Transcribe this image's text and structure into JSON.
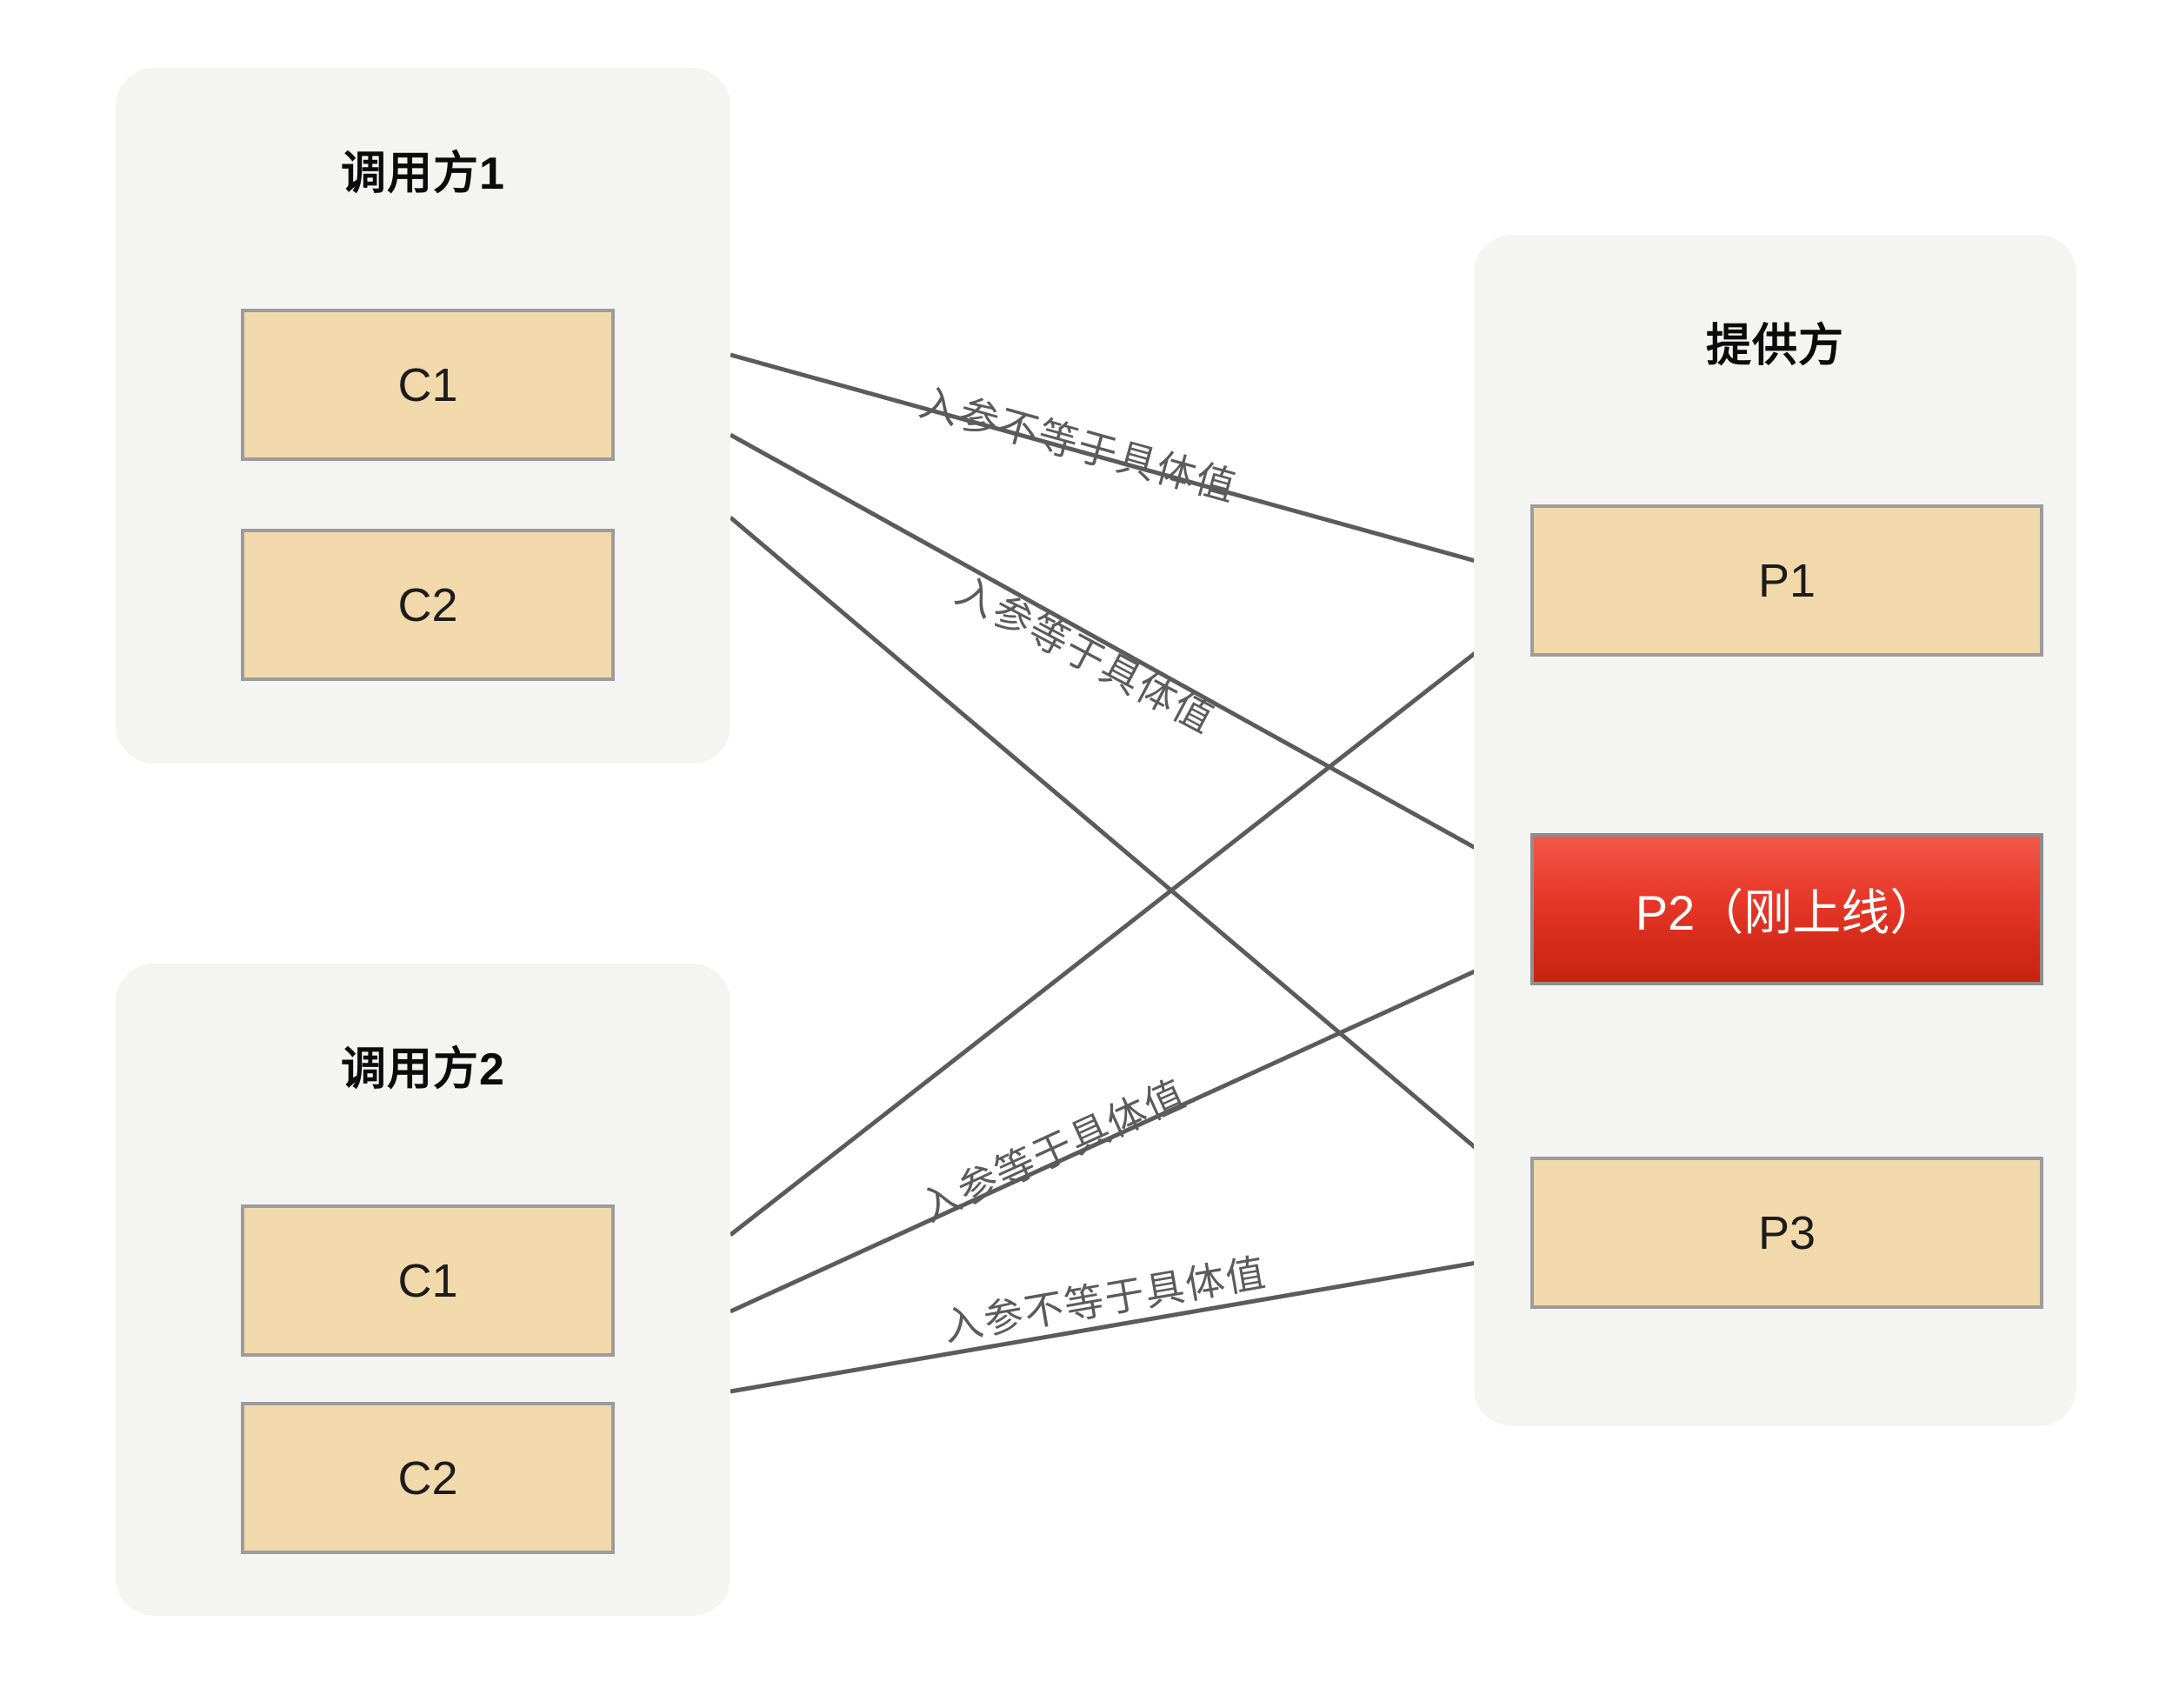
{
  "diagram": {
    "title_bar": "",
    "groups": [
      {
        "id": "caller1",
        "title": "调用方1",
        "nodes": [
          {
            "id": "c1",
            "label": "C1"
          },
          {
            "id": "c2",
            "label": "C2"
          }
        ]
      },
      {
        "id": "caller2",
        "title": "调用方2",
        "nodes": [
          {
            "id": "c1",
            "label": "C1"
          },
          {
            "id": "c2",
            "label": "C2"
          }
        ]
      },
      {
        "id": "provider",
        "title": "提供方",
        "nodes": [
          {
            "id": "p1",
            "label": "P1",
            "state": "normal"
          },
          {
            "id": "p2",
            "label": "P2（刚上线）",
            "state": "highlight"
          },
          {
            "id": "p3",
            "label": "P3",
            "state": "normal"
          }
        ]
      }
    ],
    "edges": [
      {
        "id": "e1",
        "from": "caller1.c1",
        "to": "provider.p1",
        "label": "入参不等于具体值"
      },
      {
        "id": "e2",
        "from": "caller1.c1",
        "to": "provider.p2",
        "label": "入参等于具体值"
      },
      {
        "id": "e3",
        "from": "caller1.c2",
        "to": "provider.p3",
        "label": ""
      },
      {
        "id": "e4",
        "from": "caller2.c1",
        "to": "provider.p1",
        "label": ""
      },
      {
        "id": "e5",
        "from": "caller2.c1",
        "to": "provider.p2",
        "label": "入参等于具体值"
      },
      {
        "id": "e6",
        "from": "caller2.c2",
        "to": "provider.p3",
        "label": "入参不等于具体值"
      }
    ],
    "labels": {
      "edge1": "入参不等于具体值",
      "edge2": "入参等于具体值",
      "edge5": "入参等于具体值",
      "edge6": "入参不等于具体值"
    },
    "colors": {
      "panel_bg": "#F4F4F3",
      "node_fill": "#F2D9AC",
      "node_border": "#9C9C9C",
      "highlight_fill_top": "#F2594A",
      "highlight_fill_bottom": "#C92410",
      "edge_stroke": "#5B5B5B",
      "title_text": "#0b0b0b",
      "label_text": "#5B5B5B",
      "canvas_bg": "#FFFFFF"
    }
  }
}
